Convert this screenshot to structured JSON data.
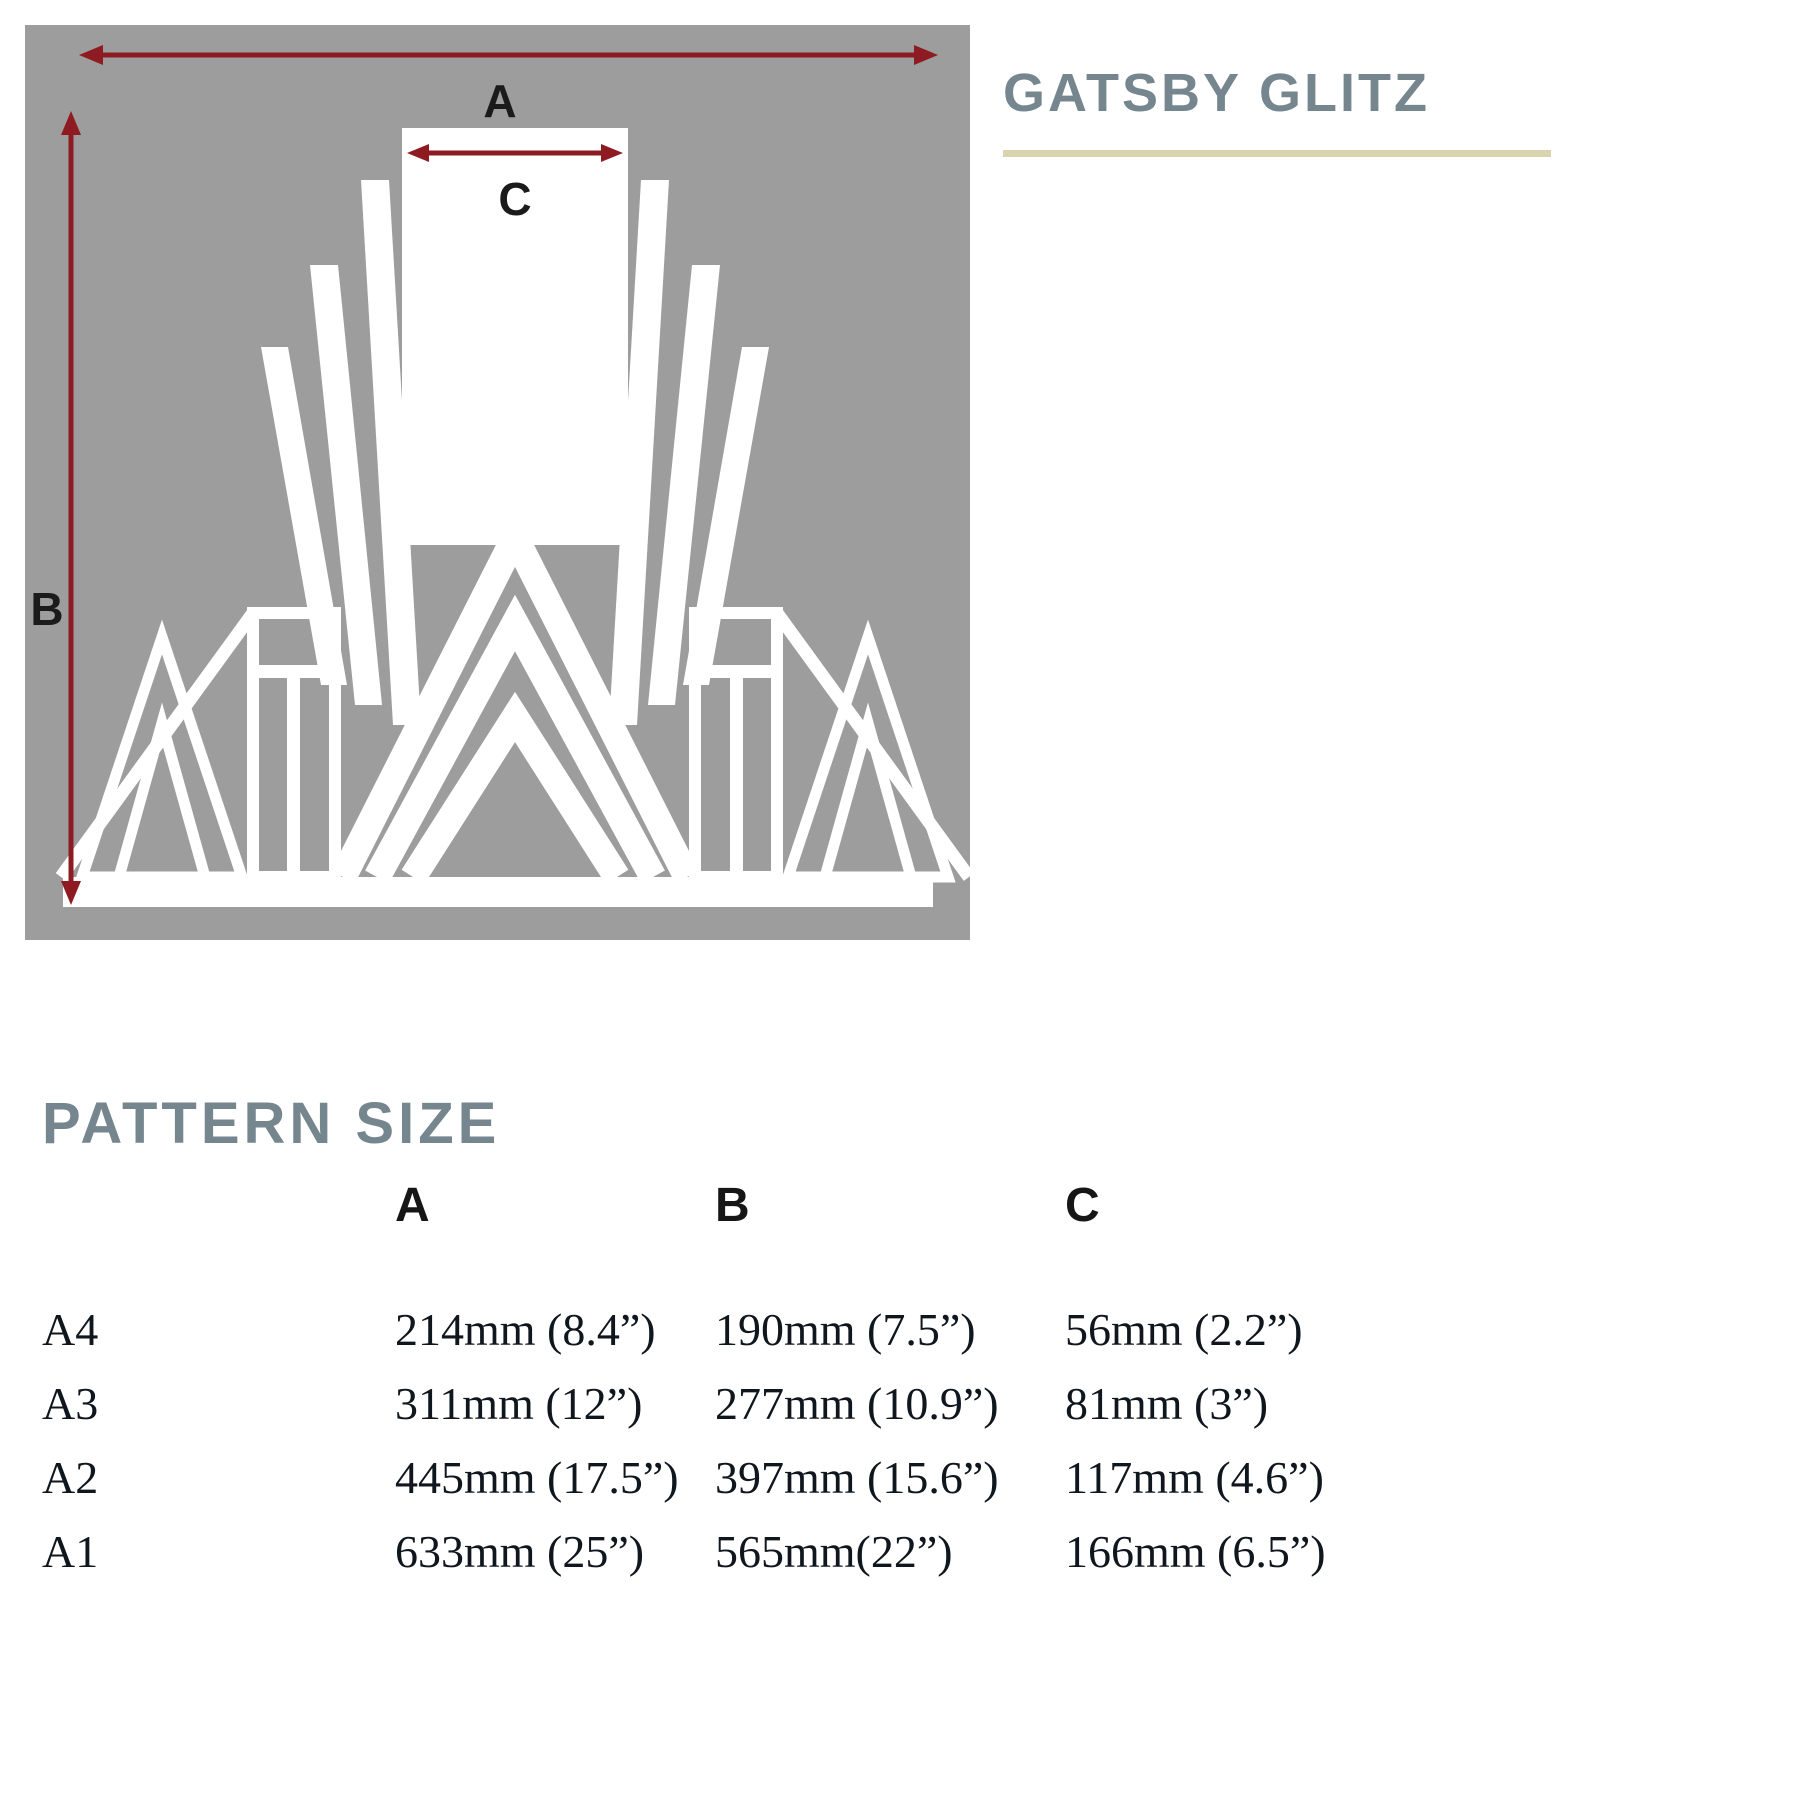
{
  "title": "GATSBY GLITZ",
  "diagram": {
    "label_a": "A",
    "label_b": "B",
    "label_c": "C"
  },
  "pattern_size": {
    "heading": "PATTERN SIZE",
    "columns": [
      "A",
      "B",
      "C"
    ],
    "rows": [
      {
        "size": "A4",
        "a": "214mm (8.4”)",
        "b": "190mm (7.5”)",
        "c": "56mm (2.2”)"
      },
      {
        "size": "A3",
        "a": "311mm (12”)",
        "b": "277mm (10.9”)",
        "c": "81mm (3”)"
      },
      {
        "size": "A2",
        "a": "445mm (17.5”)",
        "b": "397mm (15.6”)",
        "c": "117mm (4.6”)"
      },
      {
        "size": "A1",
        "a": "633mm (25”)",
        "b": "565mm(22”)",
        "c": "166mm (6.5”)"
      }
    ]
  },
  "colors": {
    "panel_bg": "#9d9d9d",
    "pattern": "#ffffff",
    "arrow": "#8e1b21",
    "heading": "#76868f",
    "underline": "#d9d4b0",
    "table_text": "#10161d"
  }
}
